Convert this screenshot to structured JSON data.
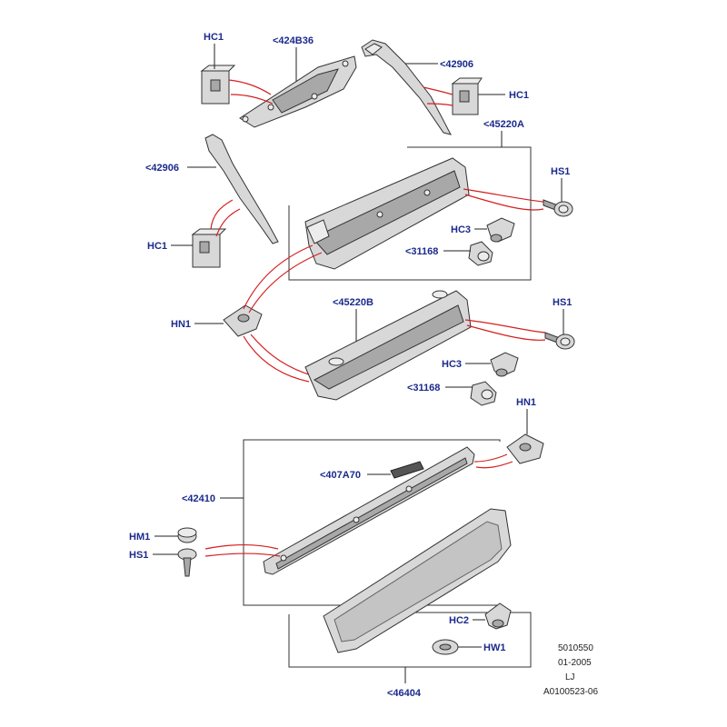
{
  "labels": {
    "hc1_top_left": "HC1",
    "p424b36": "<424B36",
    "p42906_top": "<42906",
    "hc1_top_right": "HC1",
    "p45220a": "<45220A",
    "p42906_left": "<42906",
    "hs1_a": "HS1",
    "hc3_a": "HC3",
    "p31168_a": "<31168",
    "hc1_left": "HC1",
    "p45220b": "<45220B",
    "hn1_left": "HN1",
    "hs1_b": "HS1",
    "hc3_b": "HC3",
    "p31168_b": "<31168",
    "hn1_right": "HN1",
    "p407a70": "<407A70",
    "p42410": "<42410",
    "hm1": "HM1",
    "hs1_c": "HS1",
    "hc2": "HC2",
    "hw1": "HW1",
    "p46404": "<46404"
  },
  "footer": {
    "line1": "5010550",
    "line2": "01-2005",
    "line3": "LJ",
    "line4": "A0100523-06"
  }
}
